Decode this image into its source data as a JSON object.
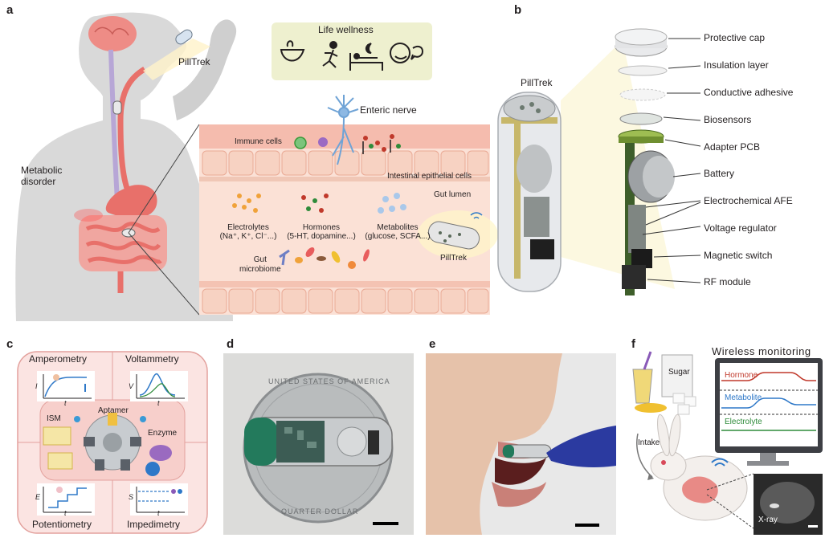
{
  "panels": {
    "a": {
      "letter": "a",
      "pilltrek": "PillTrek",
      "life_wellness": "Life wellness",
      "metabolic_disorder": "Metabolic\ndisorder",
      "enteric_nerve": "Enteric nerve",
      "immune_cells": "Immune cells",
      "epithelial": "Intestinal epithelial cells",
      "gut_lumen": "Gut lumen",
      "electrolytes": "Electrolytes",
      "electrolytes_sub": "(Na⁺, K⁺, Cl⁻...)",
      "hormones": "Hormones",
      "hormones_sub": "(5-HT, dopamine...)",
      "metabolites": "Metabolites",
      "metabolites_sub": "(glucose, SCFA...)",
      "gut_microbiome": "Gut\nmicrobiome",
      "pilltrek_lumen": "PillTrek"
    },
    "b": {
      "letter": "b",
      "pilltrek": "PillTrek",
      "components": [
        "Protective cap",
        "Insulation layer",
        "Conductive adhesive",
        "Biosensors",
        "Adapter PCB",
        "Battery",
        "Electrochemical AFE",
        "Voltage regulator",
        "Magnetic switch",
        "RF module"
      ]
    },
    "c": {
      "letter": "c",
      "amperometry": "Amperometry",
      "voltammetry": "Voltammetry",
      "potentiometry": "Potentiometry",
      "impedimetry": "Impedimetry",
      "ism": "ISM",
      "aptamer": "Aptamer",
      "enzyme": "Enzyme",
      "axis_i": "I",
      "axis_v": "V",
      "axis_e": "E",
      "axis_s": "S",
      "axis_t": "t"
    },
    "d": {
      "letter": "d",
      "coin_top": "UNITED STATES OF AMERICA",
      "coin_bottom": "QUARTER DOLLAR"
    },
    "e": {
      "letter": "e"
    },
    "f": {
      "letter": "f",
      "sugar": "Sugar",
      "wireless": "Wireless monitoring",
      "hormone": "Hormone",
      "metabolite": "Metabolite",
      "electrolyte": "Electrolyte",
      "intake": "Intake",
      "xray": "X-ray"
    }
  },
  "colors": {
    "body_gray": "#d9d9d9",
    "gut_pink": "#e8706a",
    "wellness_bg": "#eef0cf",
    "tissue_pink": "#f6c6b6",
    "hormone_red": "#c0392b",
    "metabolite_blue": "#2e78c8",
    "electrolyte_green": "#2e8b3a"
  }
}
